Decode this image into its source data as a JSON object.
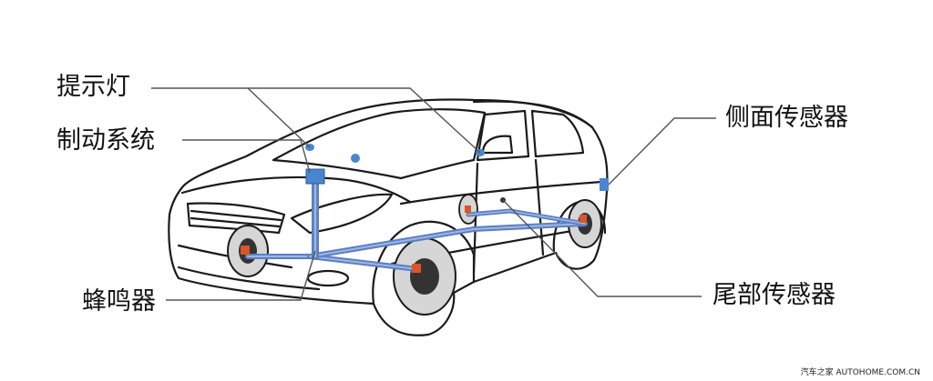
{
  "labels": {
    "indicator_light": "提示灯",
    "control_system": "制动系统",
    "buzzer": "蜂鸣器",
    "side_sensor": "侧面传感器",
    "rear_sensor": "尾部传感器"
  },
  "watermark": "汽车之家 AUTOHOME.COM.CN",
  "colors": {
    "outline": "#1a1a1a",
    "leader_line": "#555555",
    "wiring": "#5b7fc4",
    "wiring_light": "#9fb6e2",
    "sensor_blue": "#4a86d0",
    "brake_orange": "#d8562a",
    "tire": "#d6d6d6"
  }
}
